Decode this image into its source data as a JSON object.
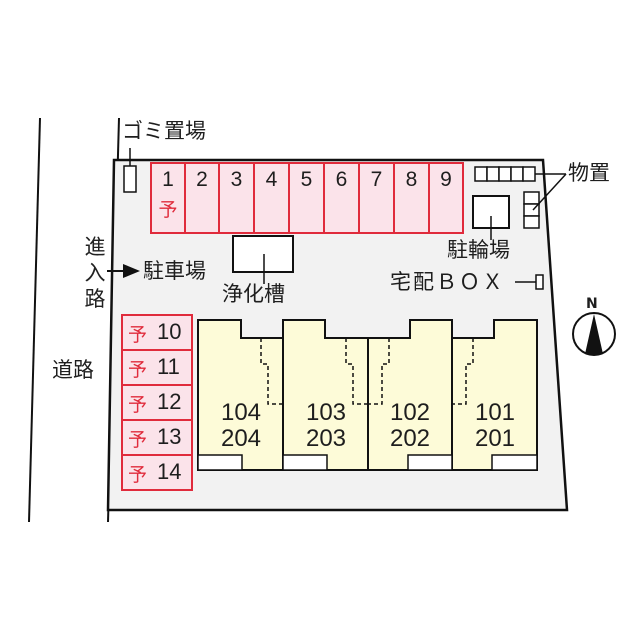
{
  "labels": {
    "garbage": "ゴミ置場",
    "storage": "物置",
    "bicycle_parking": "駐輪場",
    "delivery_box": "宅配ＢＯＸ",
    "parking": "駐車場",
    "septic_tank": "浄化槽",
    "entrance": [
      "進",
      "入",
      "路"
    ],
    "road": "道路",
    "north": "N"
  },
  "parking_top": [
    {
      "num": "1",
      "reserved": "予"
    },
    {
      "num": "2",
      "reserved": ""
    },
    {
      "num": "3",
      "reserved": ""
    },
    {
      "num": "4",
      "reserved": ""
    },
    {
      "num": "5",
      "reserved": ""
    },
    {
      "num": "6",
      "reserved": ""
    },
    {
      "num": "7",
      "reserved": ""
    },
    {
      "num": "8",
      "reserved": ""
    },
    {
      "num": "9",
      "reserved": ""
    }
  ],
  "parking_left": [
    {
      "num": "10",
      "reserved": "予"
    },
    {
      "num": "11",
      "reserved": "予"
    },
    {
      "num": "12",
      "reserved": "予"
    },
    {
      "num": "13",
      "reserved": "予"
    },
    {
      "num": "14",
      "reserved": "予"
    }
  ],
  "units": [
    {
      "lower": "104",
      "upper": "204"
    },
    {
      "lower": "103",
      "upper": "203"
    },
    {
      "lower": "102",
      "upper": "202"
    },
    {
      "lower": "101",
      "upper": "201"
    }
  ],
  "colors": {
    "parking_fill": "#fbe3ea",
    "parking_border": "#e02b3c",
    "unit_fill": "#fdfbd8",
    "lot_fill": "#f2f2f2"
  }
}
